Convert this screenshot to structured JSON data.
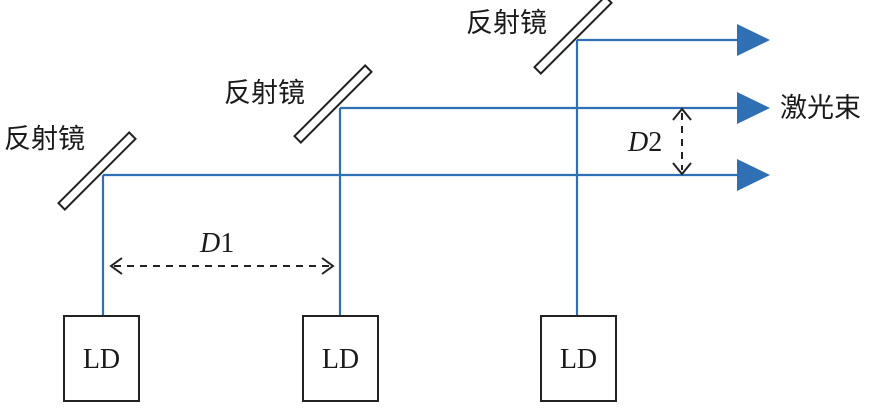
{
  "mirrors": [
    {
      "label": "反射镜"
    },
    {
      "label": "反射镜"
    },
    {
      "label": "反射镜"
    }
  ],
  "lasers": [
    {
      "label": "LD"
    },
    {
      "label": "LD"
    },
    {
      "label": "LD"
    }
  ],
  "beam_label": "激光束",
  "dimensions": {
    "d1": {
      "letter": "D",
      "index": "1"
    },
    "d2": {
      "letter": "D",
      "index": "2"
    }
  },
  "colors": {
    "beam": "#2f6fb3",
    "outline": "#222222"
  }
}
